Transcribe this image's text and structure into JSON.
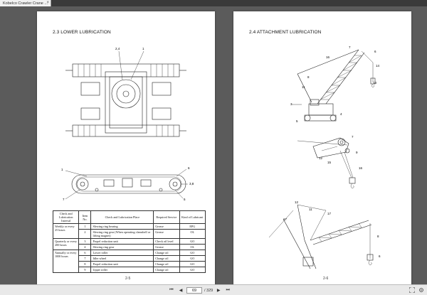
{
  "tab": {
    "title": "Kobelco Crawler Crane ...",
    "close_glyph": "×"
  },
  "left_page": {
    "heading": "2.3  LOWER LUBRICATION",
    "page_number": "2-5",
    "callouts": {
      "top_a": "2,4",
      "top_b": "1",
      "track_a": "1",
      "track_b": "6",
      "track_c": "3,8",
      "track_d": "7",
      "track_e": "5"
    },
    "table": {
      "headers": [
        "Check and Lubrication Interval",
        "Item No.",
        "Check and Lubrication Place",
        "Required Service",
        "Kind of Lubricant"
      ],
      "groups": [
        {
          "interval": "Weekly or every 25 hours",
          "rows": [
            {
              "item": "1",
              "place": "Slewing ring bearing",
              "service": "Grease",
              "lube": "EPG"
            },
            {
              "item": "2",
              "place": "Slewing ring gear    (When operating clamshell or lifting magnet)",
              "service": "Grease",
              "lube": "OL"
            }
          ]
        },
        {
          "interval": "Quarterly or every 200 hours",
          "rows": [
            {
              "item": "3",
              "place": "Propel reduction unit",
              "service": "Check oil level",
              "lube": "GO"
            },
            {
              "item": "4",
              "place": "Slewing ring gear",
              "service": "Grease",
              "lube": "OL"
            }
          ]
        },
        {
          "interval": "Annually or every 1000 hours",
          "rows": [
            {
              "item": "6",
              "place": "Lower roller",
              "service": "Change oil",
              "lube": "GO"
            },
            {
              "item": "7",
              "place": "Idler wheel",
              "service": "Change oil",
              "lube": "GO"
            },
            {
              "item": "8",
              "place": "Propel reduction unit",
              "service": "Change oil",
              "lube": "GO"
            },
            {
              "item": "9",
              "place": "Upper roller",
              "service": "Change oil",
              "lube": "GO"
            }
          ]
        }
      ]
    }
  },
  "right_page": {
    "heading": "2.4  ATTACHMENT LUBRICATION",
    "page_number": "2-6",
    "callouts_crane": [
      "7",
      "6",
      "16",
      "14",
      "13",
      "8",
      "3",
      "11",
      "5",
      "4"
    ],
    "callouts_hook": [
      "7",
      "9",
      "16",
      "12",
      "15"
    ],
    "callouts_luffing": [
      "12",
      "11",
      "17",
      "17",
      "8",
      "6"
    ]
  },
  "toolbar": {
    "current_page": "69",
    "total_pages": "/ 329",
    "first_glyph": "⏮",
    "prev_glyph": "◀",
    "next_glyph": "▶",
    "last_glyph": "⏭"
  },
  "colors": {
    "viewer_bg": "#5b5b5b",
    "page_bg": "#ffffff",
    "toolbar_bg": "#e9e9e9"
  }
}
